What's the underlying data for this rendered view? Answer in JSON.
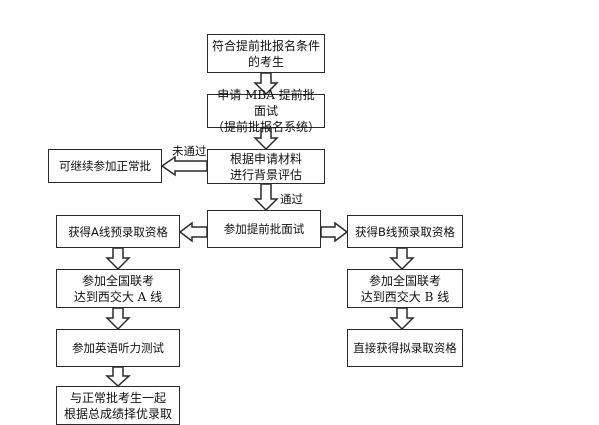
{
  "nodes": {
    "eligible": "符合提前批报名条件\n的考生",
    "apply": "申请 MBA 提前批面试\n（提前批报名系统）",
    "review": "根据申请材料\n进行背景评估",
    "regular": "可继续参加正常批",
    "interview": "参加提前批面试",
    "a_line": "获得A线预录取资格",
    "b_line": "获得B线预录取资格",
    "exam_a": "参加全国联考\n达到西交大 A 线",
    "exam_b": "参加全国联考\n达到西交大 B 线",
    "listening": "参加英语听力测试",
    "direct": "直接获得拟录取资格",
    "merit": "与正常批考生一起\n根据总成绩择优录取"
  },
  "labels": {
    "fail": "未通过",
    "pass": "通过"
  }
}
